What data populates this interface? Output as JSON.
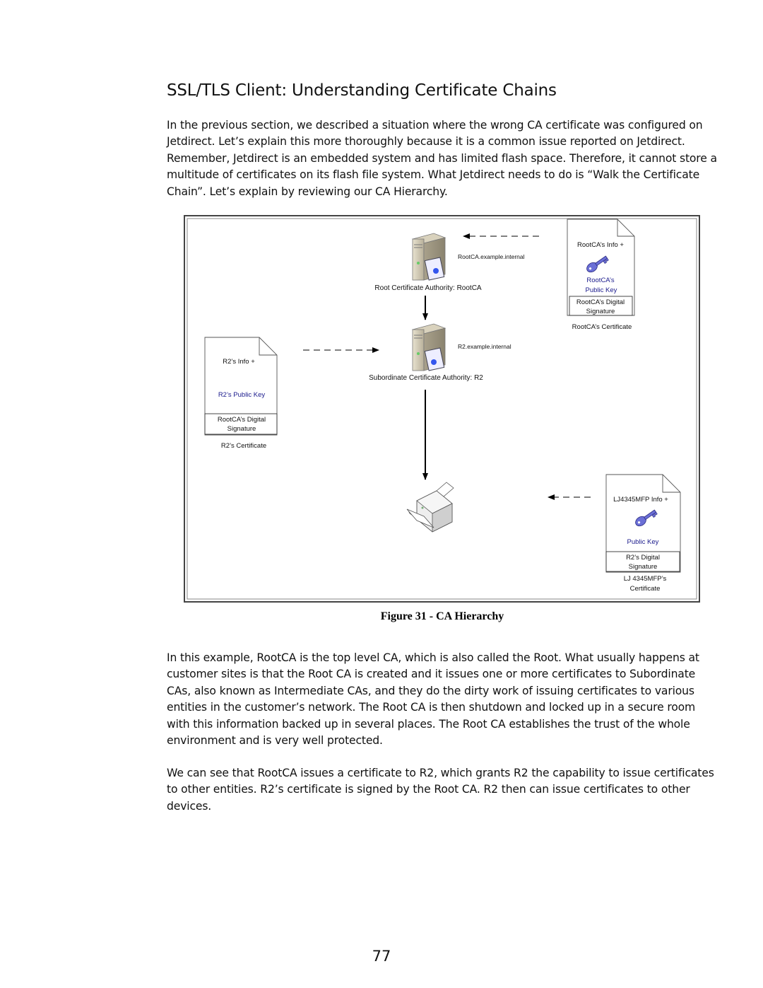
{
  "heading": "SSL/TLS Client: Understanding Certificate Chains",
  "intro": "In the previous section, we described a situation where the wrong CA certificate was configured on Jetdirect.  Let’s explain this more thoroughly because it is a common issue reported on Jetdirect. Remember, Jetdirect is an embedded system and has limited flash space.  Therefore, it cannot store a multitude of certificates on its flash file system.  What Jetdirect needs to do is “Walk the Certificate Chain”.  Let’s explain by reviewing our CA Hierarchy.",
  "figure": {
    "caption": "Figure 31 - CA Hierarchy",
    "root_host": "RootCA.example.internal",
    "root_label": "Root Certificate Authority: RootCA",
    "sub_host": "R2.example.internal",
    "sub_label": "Subordinate Certificate Authority: R2",
    "root_cert": {
      "info": "RootCA’s Info +",
      "key_line1": "RootCA’s",
      "key_line2": "Public Key",
      "sig_line1": "RootCA’s Digital",
      "sig_line2": "Signature",
      "name": "RootCA’s Certificate"
    },
    "r2_cert": {
      "info": "R2’s Info +",
      "key": "R2’s Public Key",
      "sig_line1": "RootCA’s Digital",
      "sig_line2": "Signature",
      "name": "R2’s Certificate"
    },
    "device_cert": {
      "info": "LJ4345MFP  Info +",
      "key": "Public Key",
      "sig_line1": "R2’s Digital",
      "sig_line2": "Signature",
      "name_line1": "LJ 4345MFP’s",
      "name_line2": "Certificate"
    }
  },
  "body_paragraphs": [
    "In this example, RootCA is the top level CA, which is also called the Root.  What usually happens at customer sites is that the Root CA is created and it issues one or more certificates to Subordinate CAs, also known as Intermediate CAs, and they do the dirty work of issuing certificates to various entities in the customer’s network.  The Root CA is then shutdown and locked up in a secure room with this information backed up in several places.  The Root CA establishes the trust of the whole environment and is very well protected.",
    "We can see that RootCA issues a certificate to R2, which grants R2 the capability to issue certificates to other entities.  R2’s certificate is signed by the Root CA.  R2 then can issue certificates to other devices."
  ],
  "page_number": "77",
  "colors": {
    "key_blue": "#6b6fd6",
    "key_text": "#1a1a8c",
    "frame": "#555555"
  }
}
